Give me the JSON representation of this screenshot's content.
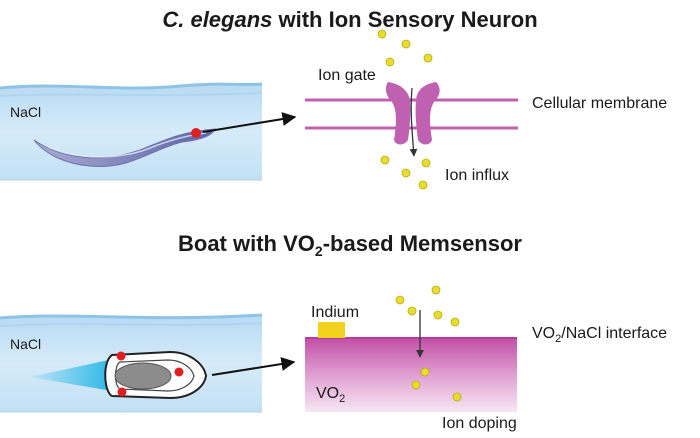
{
  "top_panel": {
    "title_italic": "C. elegans",
    "title_rest": " with Ion Sensory Neuron",
    "water_label": "NaCl",
    "ion_gate_label": "Ion gate",
    "membrane_label": "Cellular membrane",
    "influx_label": "Ion influx"
  },
  "bottom_panel": {
    "title_prefix": "Boat with VO",
    "title_sub": "2",
    "title_suffix": "-based Memsensor",
    "water_label": "NaCl",
    "indium_label": "Indium",
    "interface_prefix": "VO",
    "interface_sub": "2",
    "interface_suffix": "/NaCl interface",
    "vo2_prefix": "VO",
    "vo2_sub": "2",
    "doping_label": "Ion doping"
  },
  "colors": {
    "membrane": "#c060b0",
    "ion": "#e8dc30",
    "sensor_dot": "#e02020",
    "water": "#cfe6f7",
    "vo2_top": "#c24fa6",
    "vo2_bottom": "#f2dff0",
    "indium": "#f2d21c",
    "boat_wake": "#21b6e6"
  }
}
